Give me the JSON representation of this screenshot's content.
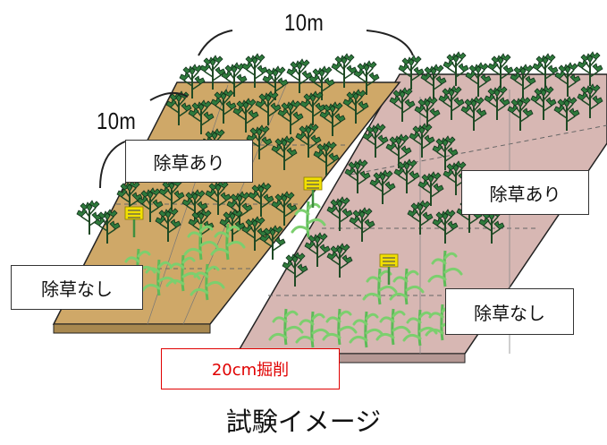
{
  "dimensions": {
    "top": "10m",
    "left": "10m"
  },
  "plots": {
    "left_weeded": "除草あり",
    "left_unweeded": "除草なし",
    "right_weeded": "除草あり",
    "right_unweeded": "除草なし"
  },
  "excavation": "20cm掘削",
  "caption": "試験イメージ",
  "colors": {
    "left_field": "#cfa868",
    "right_field": "#d7b7b3",
    "weed": "#1f5a2c",
    "crop": "#7ccf6e",
    "trap": "#f2e000",
    "accent_red": "#e00000"
  }
}
